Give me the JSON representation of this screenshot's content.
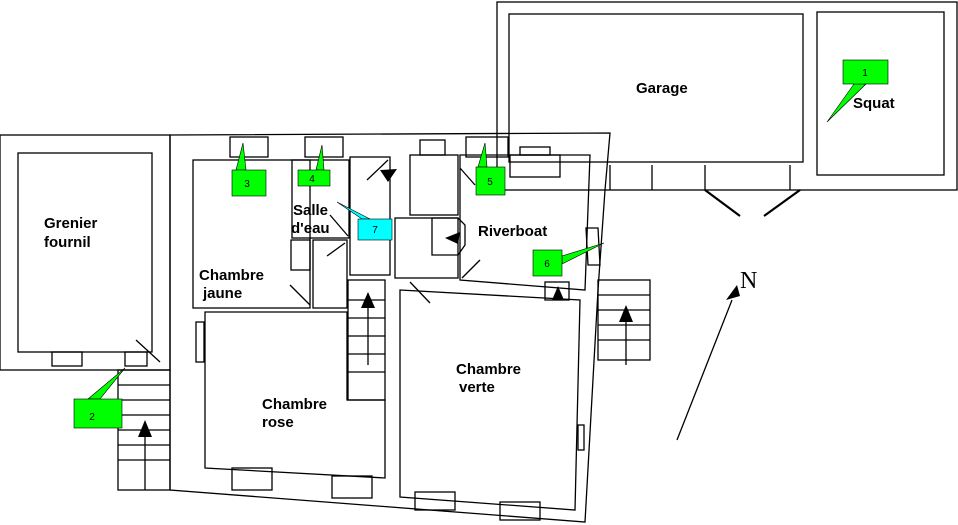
{
  "rooms": {
    "garage": "Garage",
    "squat": "Squat",
    "grenier_1": "Grenier",
    "grenier_2": "fournil",
    "jaune_1": "Chambre",
    "jaune_2": "jaune",
    "salle_1": "Salle",
    "salle_2": "d'eau",
    "riverboat": "Riverboat",
    "rose_1": "Chambre",
    "rose_2": "rose",
    "verte_1": "Chambre",
    "verte_2": "verte"
  },
  "markers": [
    "1",
    "2",
    "3",
    "4",
    "5",
    "6",
    "7"
  ],
  "compass": "N",
  "colors": {
    "marker": "#00ff00",
    "marker_highlight": "#00ffff"
  }
}
